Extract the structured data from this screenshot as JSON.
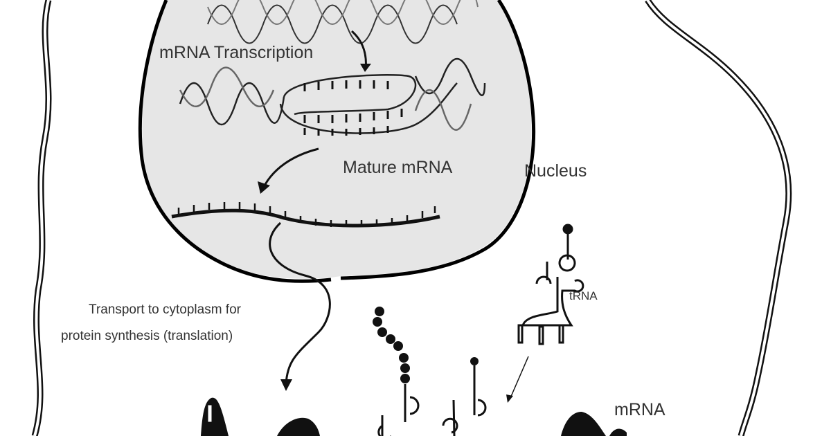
{
  "diagram": {
    "labels": {
      "transcription": "mRNA Transcription",
      "mature_mrna": "Mature mRNA",
      "nucleus": "Nucleus",
      "transport_line1": "Transport to cytoplasm for",
      "transport_line2": "protein synthesis (translation)",
      "trna": "tRNA",
      "mrna": "mRNA"
    },
    "colors": {
      "nucleus_fill": "#e6e6e6",
      "ink": "#111111"
    }
  }
}
